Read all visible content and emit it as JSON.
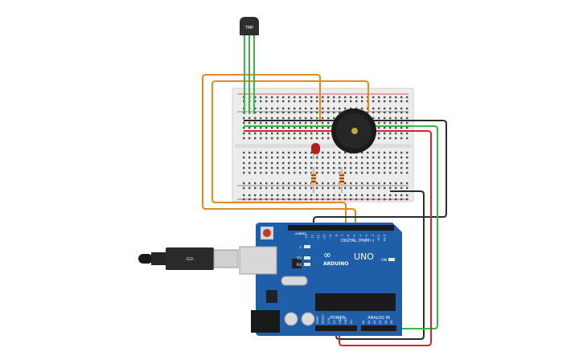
{
  "sensor": {
    "label": "TMP"
  },
  "arduino": {
    "logo": "ARDUINO",
    "model": "UNO",
    "digital_header": "DIGITAL (PWM~)",
    "power_header": "POWER",
    "analog_header": "ANALOG IN",
    "led_labels": [
      "L",
      "TX",
      "RX"
    ],
    "on_label": "ON",
    "aref_label": "AREF",
    "gnd_label": "GND",
    "digital_pins": [
      "13",
      "12",
      "~11",
      "~10",
      "~9",
      "8",
      "7",
      "~6",
      "~5",
      "4",
      "~3",
      "2",
      "TX 1",
      "RX 0"
    ],
    "power_pins": [
      "IOREF",
      "RESET",
      "3.3V",
      "5V",
      "GND",
      "GND",
      "Vin"
    ],
    "analog_pins": [
      "A0",
      "A1",
      "A2",
      "A3",
      "A4",
      "A5"
    ]
  },
  "colors": {
    "board": "#1f5ea8",
    "orange_wire": "#e8891c",
    "green_wire": "#39b54a",
    "red_wire": "#d7262b",
    "black_wire": "#2b2b2b",
    "breadboard": "#e9e9e9"
  }
}
